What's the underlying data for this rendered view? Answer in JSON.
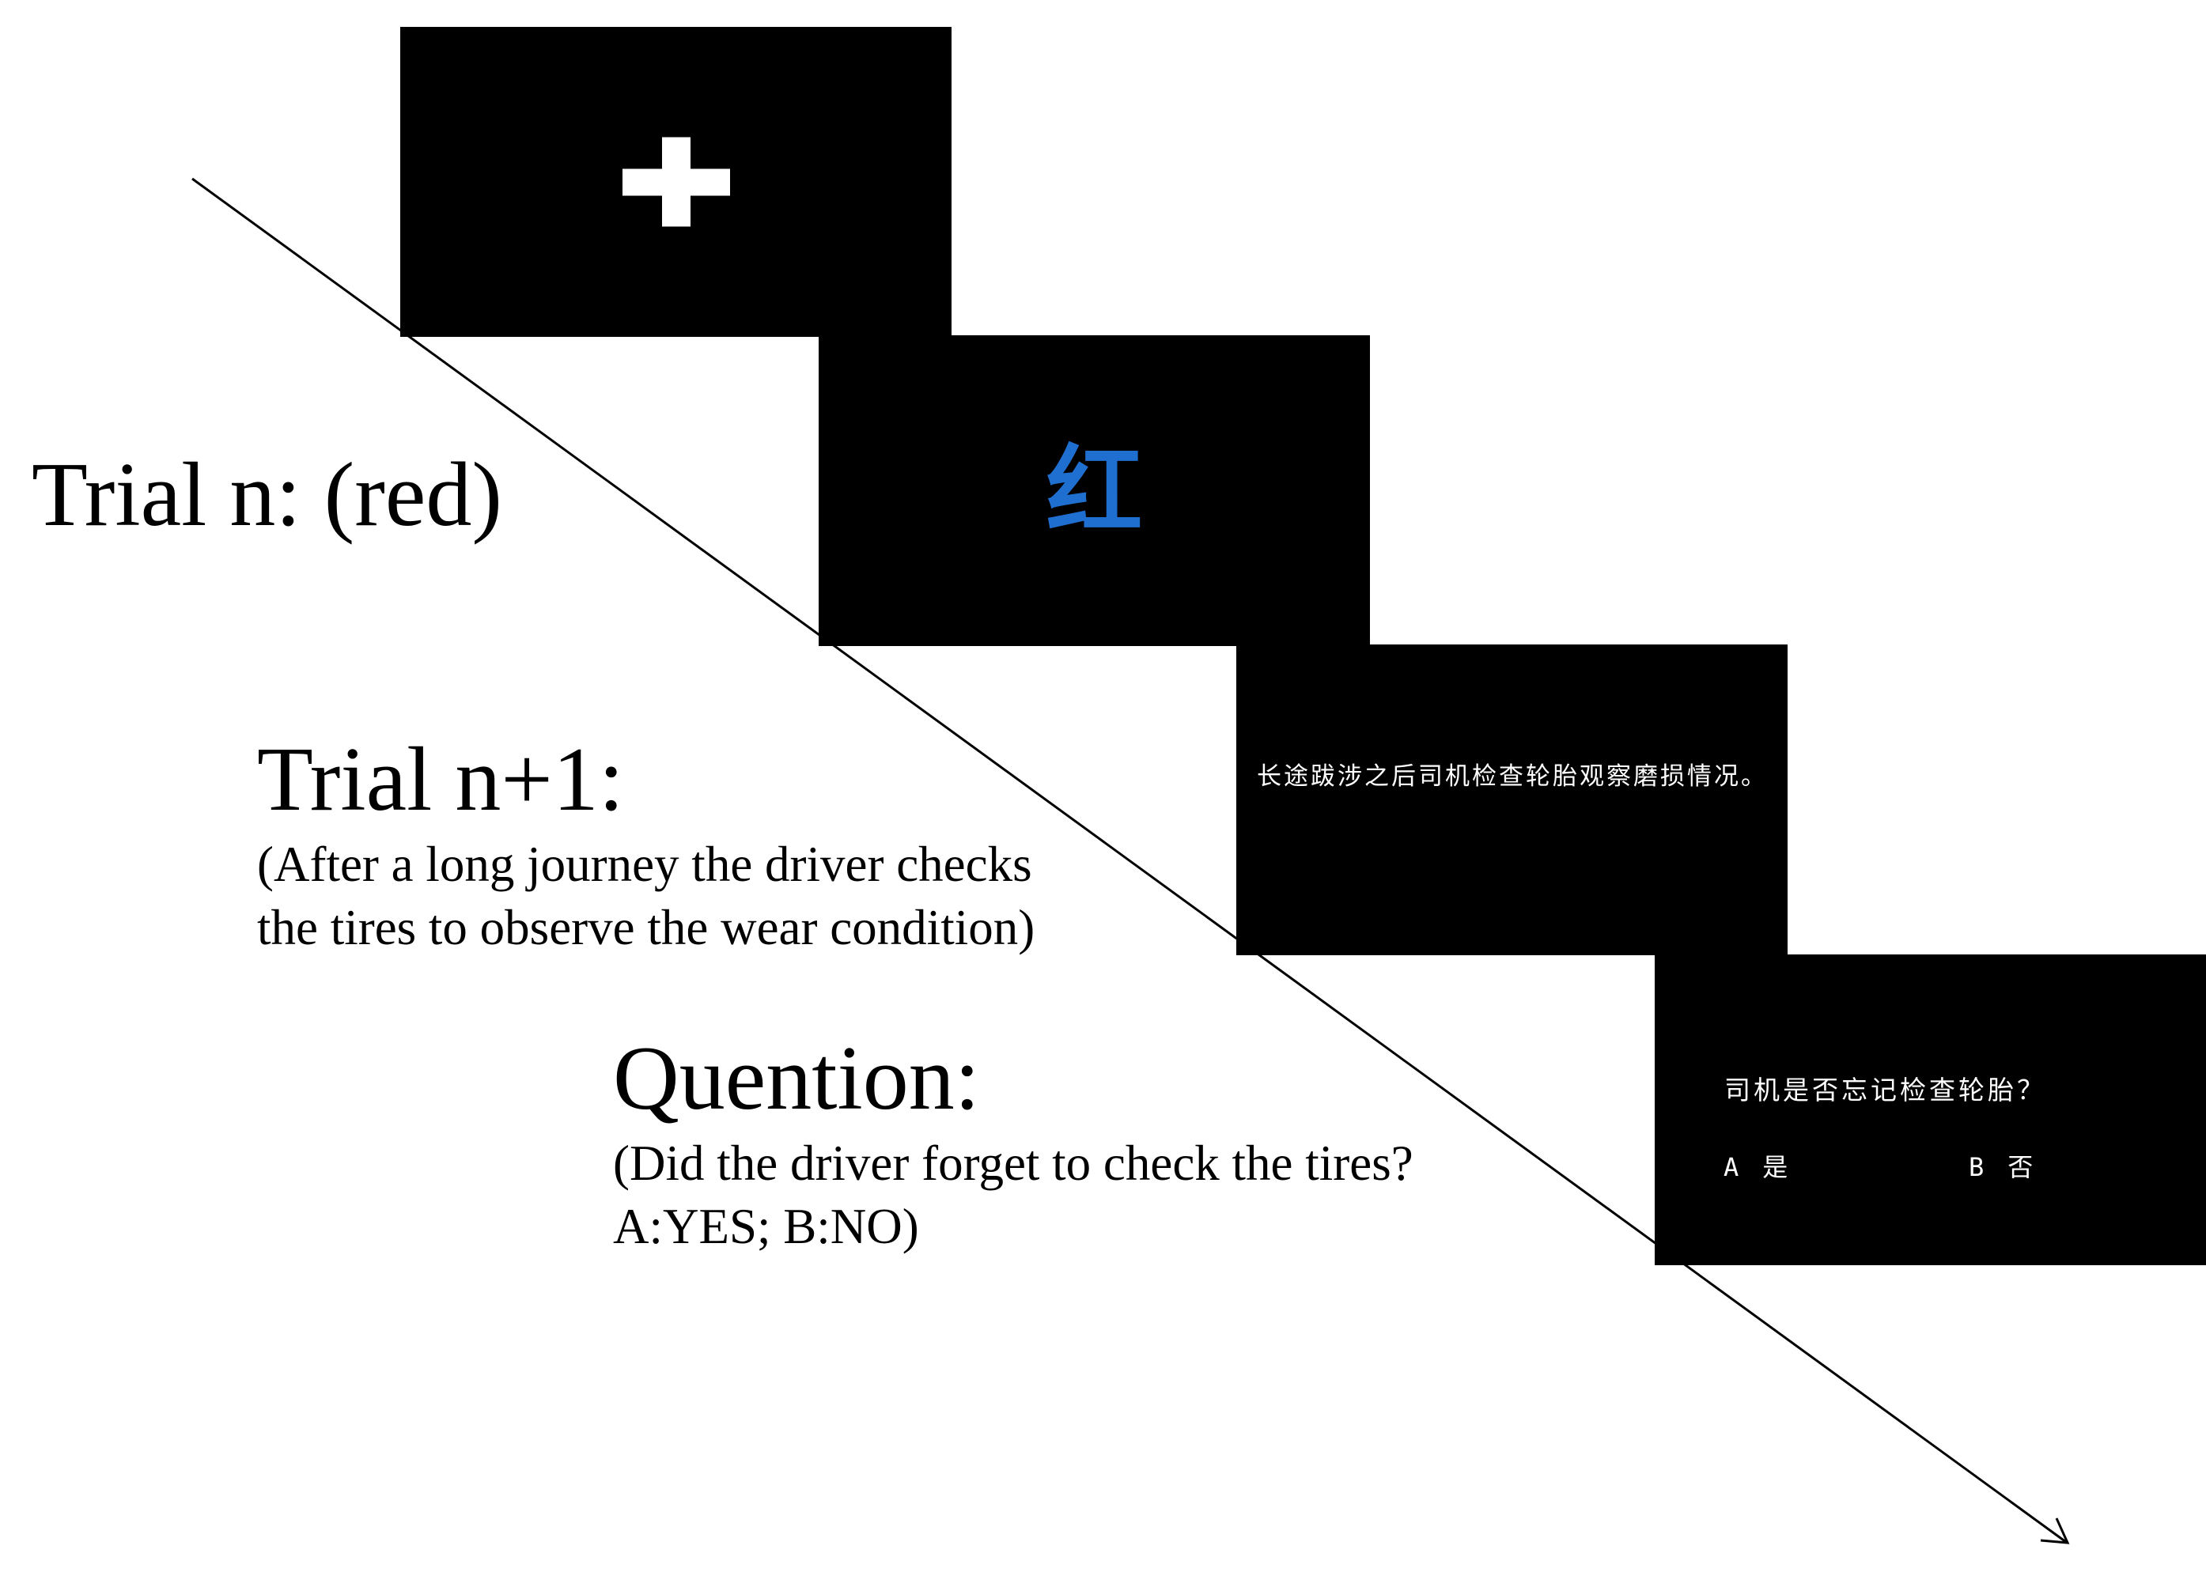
{
  "screens": {
    "fixation": {
      "symbol": "+"
    },
    "color_word": {
      "text": "红",
      "ink_color": "#1f6fd1"
    },
    "sentence": {
      "text": "长途跋涉之后司机检查轮胎观察磨损情况。"
    },
    "question": {
      "text": "司机是否忘记检查轮胎？",
      "option_a_key": "A",
      "option_a_text": "是",
      "option_b_key": "B",
      "option_b_text": "否"
    }
  },
  "labels": {
    "trial_n": "Trial n: (red)",
    "trial_n1_title": "Trial n+1:",
    "trial_n1_line1": "(After a long journey the driver checks",
    "trial_n1_line2": "the tires to observe the wear condition)",
    "question_title": "Quention:",
    "question_line1": "(Did the driver forget to check the tires?",
    "question_line2": "A:YES; B:NO)"
  },
  "colors": {
    "background": "#ffffff",
    "screen": "#000000",
    "screen_text": "#ffffff",
    "color_word_ink": "#1f6fd1"
  }
}
